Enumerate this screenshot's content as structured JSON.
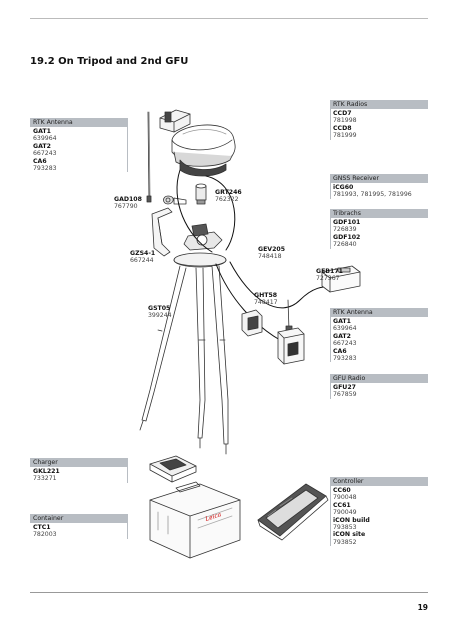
{
  "heading": "19.2 On Tripod and 2nd GFU",
  "page_number": "19",
  "boxes": {
    "rtk_antenna_left": {
      "header": "RTK Antenna",
      "items": [
        {
          "label": "GAT1",
          "numbers": [
            "639964"
          ]
        },
        {
          "label": "GAT2",
          "numbers": [
            "667243"
          ]
        },
        {
          "label": "CA6",
          "numbers": [
            "793283"
          ]
        }
      ]
    },
    "rtk_radios": {
      "header": "RTK Radios",
      "items": [
        {
          "label": "CCD7",
          "numbers": [
            "781998"
          ]
        },
        {
          "label": "CCD8",
          "numbers": [
            "781999"
          ]
        }
      ]
    },
    "gnss_receiver": {
      "header": "GNSS Receiver",
      "items": [
        {
          "label": "iCG60",
          "numbers": [
            "781993, 781995, 781996"
          ]
        }
      ]
    },
    "tribrachs": {
      "header": "Tribrachs",
      "items": [
        {
          "label": "GDF101",
          "numbers": [
            "726839"
          ]
        },
        {
          "label": "GDF102",
          "numbers": [
            "726840"
          ]
        }
      ]
    },
    "rtk_antenna_right": {
      "header": "RTK Antenna",
      "items": [
        {
          "label": "GAT1",
          "numbers": [
            "639964"
          ]
        },
        {
          "label": "GAT2",
          "numbers": [
            "667243"
          ]
        },
        {
          "label": "CA6",
          "numbers": [
            "793283"
          ]
        }
      ]
    },
    "gfu_radio": {
      "header": "GFU Radio",
      "items": [
        {
          "label": "GFU27",
          "numbers": [
            "767859"
          ]
        }
      ]
    },
    "charger": {
      "header": "Charger",
      "items": [
        {
          "label": "GKL221",
          "numbers": [
            "733271"
          ]
        }
      ]
    },
    "container": {
      "header": "Container",
      "items": [
        {
          "label": "CTC1",
          "numbers": [
            "782003"
          ]
        }
      ]
    },
    "controller": {
      "header": "Controller",
      "items": [
        {
          "label": "CC60",
          "numbers": [
            "790048"
          ]
        },
        {
          "label": "CC61",
          "numbers": [
            "790049"
          ]
        },
        {
          "label": "iCON build",
          "numbers": [
            "793853"
          ]
        },
        {
          "label": "iCON site",
          "numbers": [
            "793852"
          ]
        }
      ]
    }
  },
  "labels": {
    "gad108": {
      "label": "GAD108",
      "number": "767790"
    },
    "grt246": {
      "label": "GRT246",
      "number": "762322"
    },
    "gzs4": {
      "label": "GZS4-1",
      "number": "667244"
    },
    "gev205": {
      "label": "GEV205",
      "number": "748418"
    },
    "geb171": {
      "label": "GEB171",
      "number": "727367"
    },
    "ght58": {
      "label": "GHT58",
      "number": "748417"
    },
    "gst05": {
      "label": "GST05",
      "number": "399244"
    }
  },
  "brand_mark": "Leica"
}
